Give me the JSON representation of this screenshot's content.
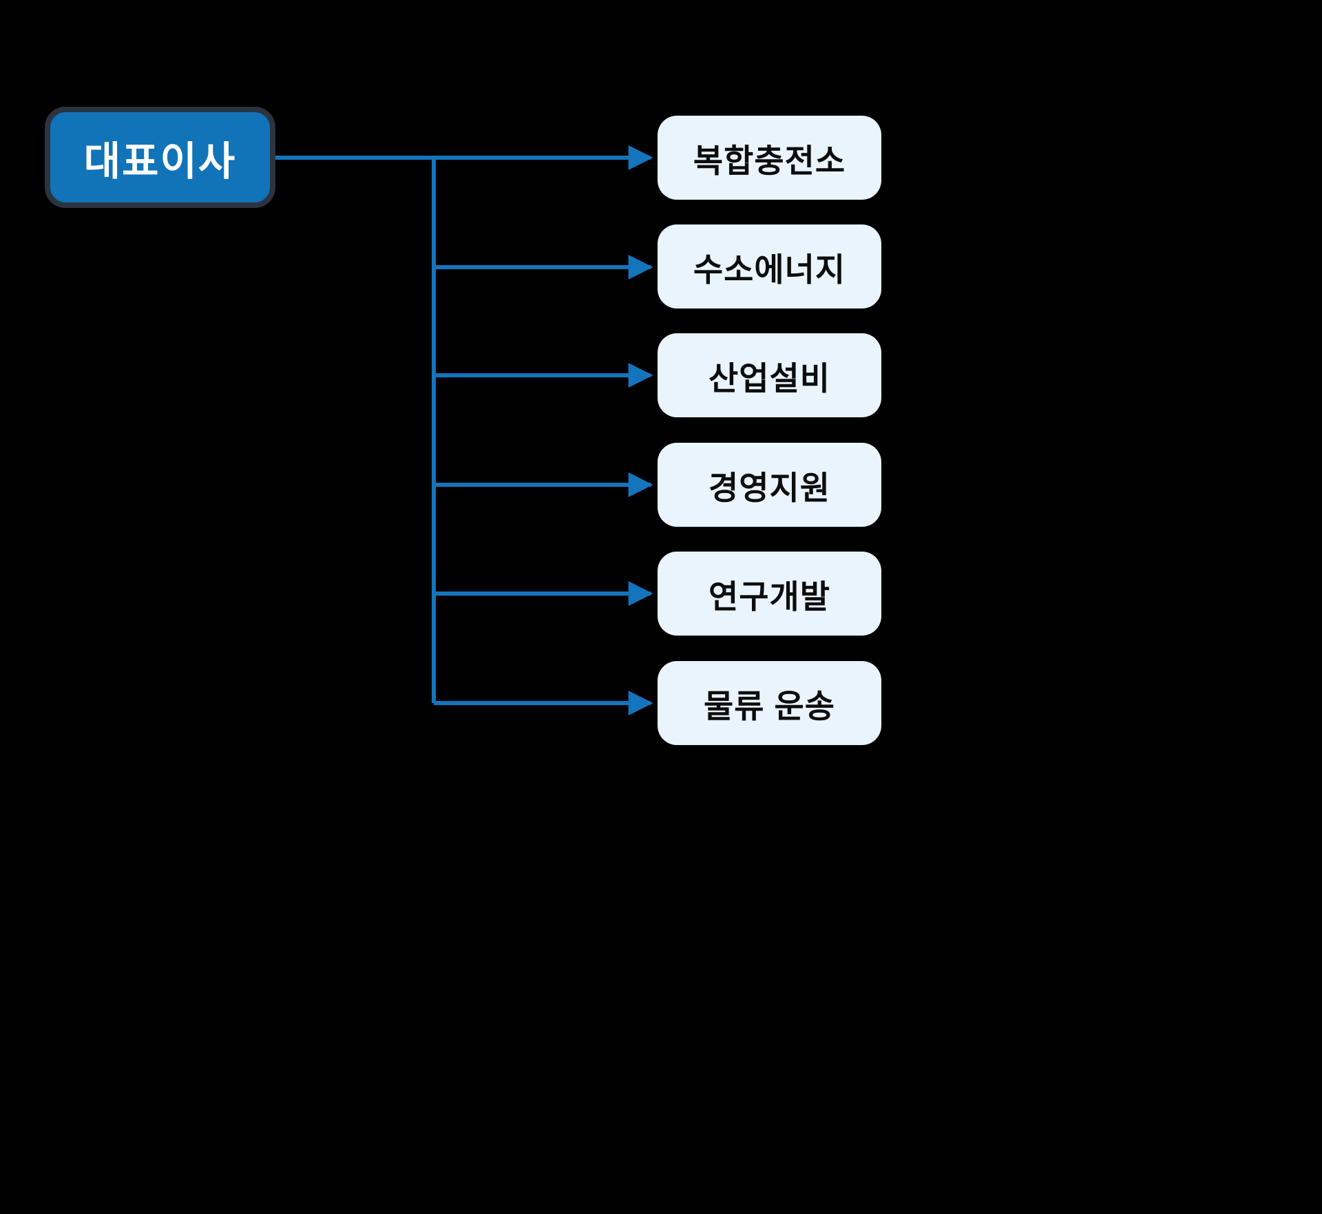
{
  "diagram": {
    "type": "org-chart",
    "root": {
      "label": "대표이사"
    },
    "departments": [
      {
        "label": "복합충전소"
      },
      {
        "label": "수소에너지"
      },
      {
        "label": "산업설비"
      },
      {
        "label": "경영지원"
      },
      {
        "label": "연구개발"
      },
      {
        "label": "물류 운송"
      }
    ],
    "colors": {
      "background": "#000000",
      "root_fill": "#1173b8",
      "root_border": "#2b3440",
      "root_text": "#ffffff",
      "department_fill": "#e9f4fc",
      "department_text": "#0d0d0d",
      "connector": "#1474bc"
    }
  }
}
